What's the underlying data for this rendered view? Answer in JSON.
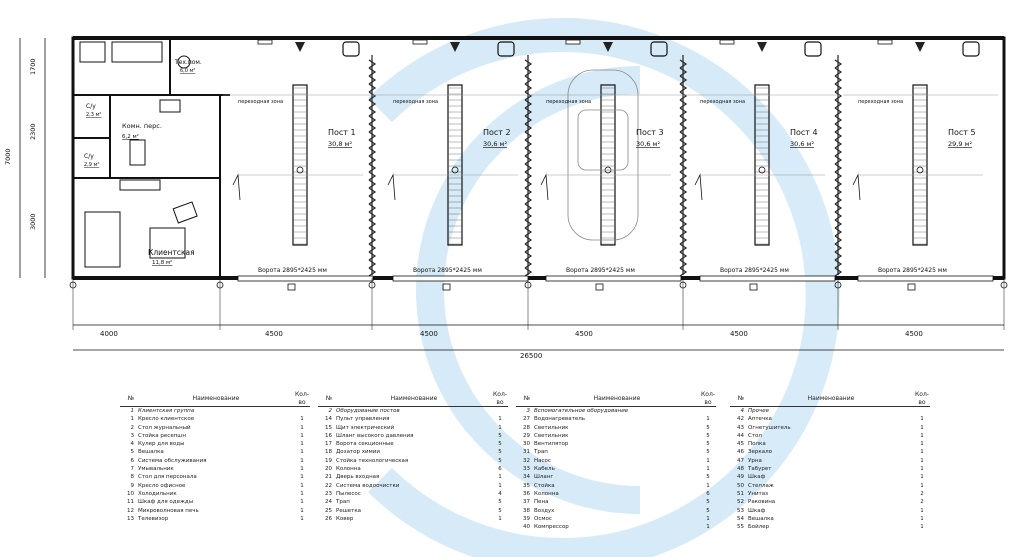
{
  "posts": [
    {
      "title": "Пост 1",
      "area": "30,8 м²"
    },
    {
      "title": "Пост 2",
      "area": "30,6 м²"
    },
    {
      "title": "Пост 3",
      "area": "30,6 м²"
    },
    {
      "title": "Пост 4",
      "area": "30,6 м²"
    },
    {
      "title": "Пост 5",
      "area": "29,9 м²"
    }
  ],
  "gates": [
    "Ворота 2895*2425 мм",
    "Ворота 2895*2425 мм",
    "Ворота 2895*2425 мм",
    "Ворота 2895*2425 мм",
    "Ворота 2895*2425 мм"
  ],
  "rooms": {
    "tech": {
      "name": "Тех.пом.",
      "area": "6,0 м²"
    },
    "staff": {
      "name": "Комн. перс.",
      "area": "6,2 м²"
    },
    "wc1": {
      "name": "С/у",
      "area": "2,3 м²"
    },
    "wc2": {
      "name": "С/у",
      "area": "2,9 м²"
    },
    "client": {
      "name": "Клиентская",
      "area": "11,8 м²"
    },
    "zone": "переходная зона"
  },
  "dims": {
    "total": "26500",
    "bays": [
      "4000",
      "4500",
      "4500",
      "4500",
      "4500",
      "4500"
    ],
    "left": [
      "7000",
      "1700",
      "2300",
      "3000"
    ]
  },
  "legend": {
    "headers": {
      "num": "№",
      "name": "Наименование",
      "qty": "Кол-во"
    },
    "col1": [
      {
        "n": "1",
        "name": "Клиентская группа",
        "q": ""
      },
      {
        "n": "1",
        "name": "Кресло клиентское",
        "q": "1"
      },
      {
        "n": "2",
        "name": "Стол журнальный",
        "q": "1"
      },
      {
        "n": "3",
        "name": "Стойка ресепшн",
        "q": "1"
      },
      {
        "n": "4",
        "name": "Кулер для воды",
        "q": "1"
      },
      {
        "n": "5",
        "name": "Вешалка",
        "q": "1"
      },
      {
        "n": "6",
        "name": "Система обслуживания",
        "q": "1"
      },
      {
        "n": "7",
        "name": "Умывальник",
        "q": "1"
      },
      {
        "n": "8",
        "name": "Стол для персонала",
        "q": "1"
      },
      {
        "n": "9",
        "name": "Кресло офисное",
        "q": "1"
      },
      {
        "n": "10",
        "name": "Холодильник",
        "q": "1"
      },
      {
        "n": "11",
        "name": "Шкаф для одежды",
        "q": "1"
      },
      {
        "n": "12",
        "name": "Микроволновая печь",
        "q": "1"
      },
      {
        "n": "13",
        "name": "Телевизор",
        "q": "1"
      }
    ],
    "col2": [
      {
        "n": "2",
        "name": "Оборудование постов",
        "q": ""
      },
      {
        "n": "14",
        "name": "Пульт управления",
        "q": "1"
      },
      {
        "n": "15",
        "name": "Щит электрический",
        "q": "1"
      },
      {
        "n": "16",
        "name": "Шланг высокого давления",
        "q": "5"
      },
      {
        "n": "17",
        "name": "Ворота секционные",
        "q": "5"
      },
      {
        "n": "18",
        "name": "Дозатор химии",
        "q": "5"
      },
      {
        "n": "19",
        "name": "Стойка технологическая",
        "q": "5"
      },
      {
        "n": "20",
        "name": "Колонна",
        "q": "6"
      },
      {
        "n": "21",
        "name": "Дверь входная",
        "q": "1"
      },
      {
        "n": "22",
        "name": "Система водоочистки",
        "q": "1"
      },
      {
        "n": "23",
        "name": "Пылесос",
        "q": "4"
      },
      {
        "n": "24",
        "name": "Трап",
        "q": "5"
      },
      {
        "n": "25",
        "name": "Решетка",
        "q": "5"
      },
      {
        "n": "26",
        "name": "Ковер",
        "q": "1"
      }
    ],
    "col3": [
      {
        "n": "3",
        "name": "Вспомогательное оборудование",
        "q": ""
      },
      {
        "n": "27",
        "name": "Водонагреватель",
        "q": "1"
      },
      {
        "n": "28",
        "name": "Светильник",
        "q": "5"
      },
      {
        "n": "29",
        "name": "Светильник",
        "q": "5"
      },
      {
        "n": "30",
        "name": "Вентилятор",
        "q": "5"
      },
      {
        "n": "31",
        "name": "Трап",
        "q": "5"
      },
      {
        "n": "32",
        "name": "Насос",
        "q": "1"
      },
      {
        "n": "33",
        "name": "Кабель",
        "q": "1"
      },
      {
        "n": "34",
        "name": "Шланг",
        "q": "5"
      },
      {
        "n": "35",
        "name": "Стойка",
        "q": "1"
      },
      {
        "n": "36",
        "name": "Колонна",
        "q": "6"
      },
      {
        "n": "37",
        "name": "Пена",
        "q": "5"
      },
      {
        "n": "38",
        "name": "Воздух",
        "q": "5"
      },
      {
        "n": "39",
        "name": "Осмос",
        "q": "1"
      },
      {
        "n": "40",
        "name": "Компрессор",
        "q": "1"
      }
    ],
    "col4": [
      {
        "n": "4",
        "name": "Прочее",
        "q": ""
      },
      {
        "n": "42",
        "name": "Аптечка",
        "q": "1"
      },
      {
        "n": "43",
        "name": "Огнетушитель",
        "q": "1"
      },
      {
        "n": "44",
        "name": "Стол",
        "q": "1"
      },
      {
        "n": "45",
        "name": "Полка",
        "q": "1"
      },
      {
        "n": "46",
        "name": "Зеркало",
        "q": "1"
      },
      {
        "n": "47",
        "name": "Урна",
        "q": "1"
      },
      {
        "n": "48",
        "name": "Табурет",
        "q": "1"
      },
      {
        "n": "49",
        "name": "Шкаф",
        "q": "1"
      },
      {
        "n": "50",
        "name": "Стеллаж",
        "q": "1"
      },
      {
        "n": "51",
        "name": "Унитаз",
        "q": "2"
      },
      {
        "n": "52",
        "name": "Раковина",
        "q": "2"
      },
      {
        "n": "53",
        "name": "Шкаф",
        "q": "1"
      },
      {
        "n": "54",
        "name": "Вешалка",
        "q": "1"
      },
      {
        "n": "55",
        "name": "Бойлер",
        "q": "1"
      }
    ]
  },
  "colors": {
    "line": "#1a1a1a",
    "watermark": "#4aa3df"
  }
}
